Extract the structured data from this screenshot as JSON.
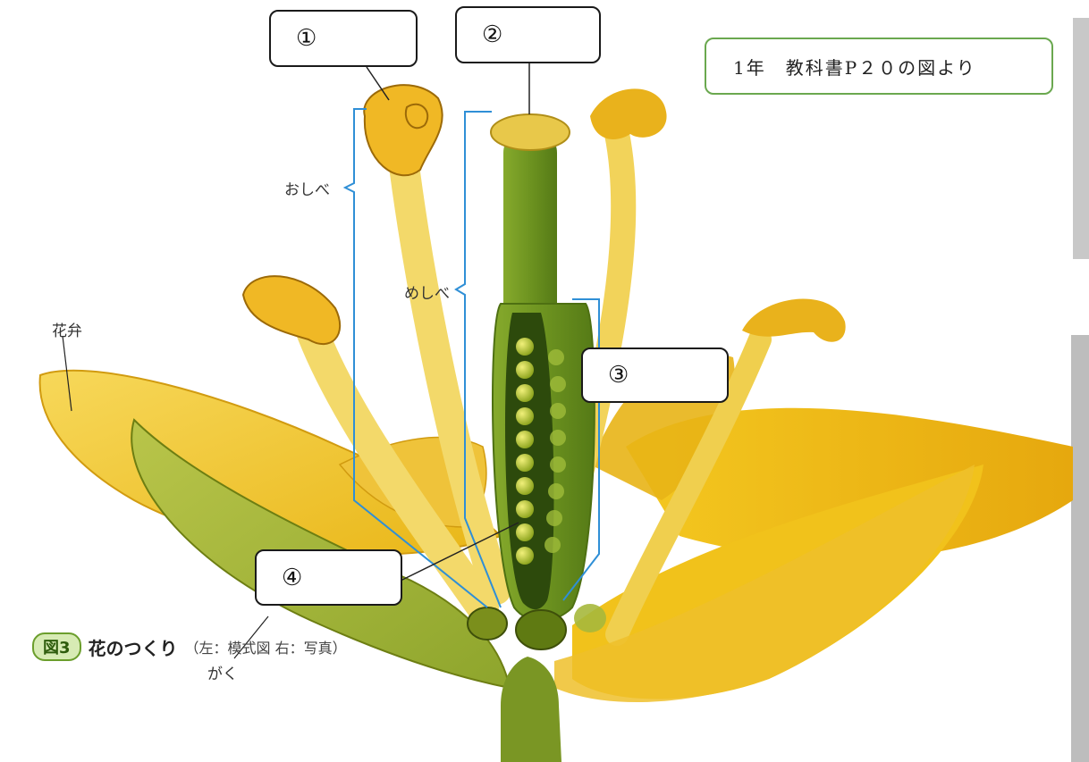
{
  "diagram": {
    "answer_boxes": [
      {
        "id": "1",
        "label": "①"
      },
      {
        "id": "2",
        "label": "②"
      },
      {
        "id": "3",
        "label": "③"
      },
      {
        "id": "4",
        "label": "④"
      }
    ],
    "note": "1年　教科書P２０の図より",
    "labels": {
      "stamen": "おしべ",
      "pistil": "めしべ",
      "petal": "花弁",
      "sepal": "がく"
    },
    "caption": {
      "badge": "図3",
      "title": "花のつくり",
      "subtitle": "（左：模式図 右：写真）"
    }
  },
  "colors": {
    "petal": "#f2c21f",
    "petal_light": "#f6d65a",
    "sepal": "#a7b83a",
    "pistil": "#6f9a1f",
    "anther": "#e3a81a",
    "bracket": "#2f8fd6",
    "note_border": "#6aa84f"
  }
}
